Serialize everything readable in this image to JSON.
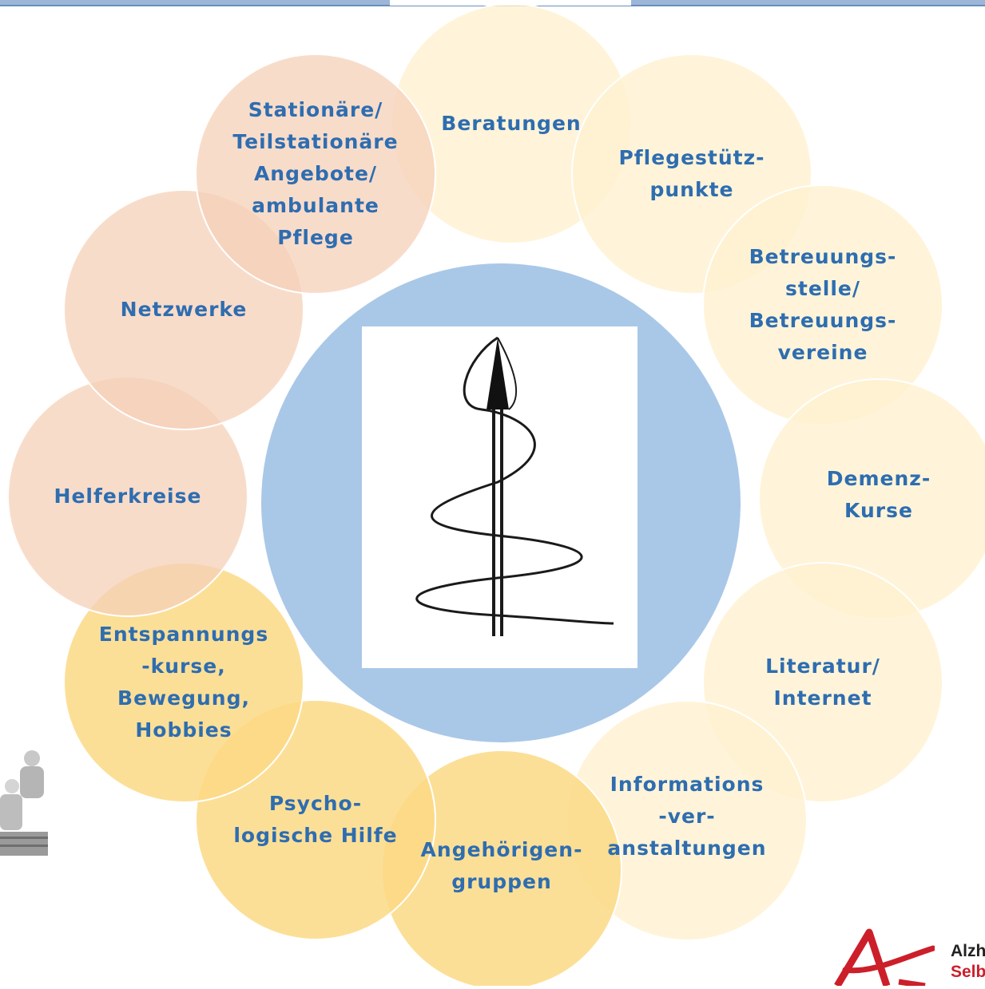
{
  "diagram": {
    "center_image": "spiral-arrow-icon",
    "bubbles": [
      {
        "id": "beratungen",
        "label": "Beratungen",
        "color": "#fff1cf"
      },
      {
        "id": "pflegestuetzpunkte",
        "label": "Pflegestütz-\npunkte",
        "color": "#fff1cf"
      },
      {
        "id": "betreuungsstelle",
        "label": "Betreuungs-\nstelle/\nBetreuungs-\nvereine",
        "color": "#fff1cf"
      },
      {
        "id": "demenz-kurse",
        "label": "Demenz-\nKurse",
        "color": "#fff1cf"
      },
      {
        "id": "literatur-internet",
        "label": "Literatur/\nInternet",
        "color": "#fff1cf"
      },
      {
        "id": "informationsveranstaltungen",
        "label": "Informations\n-ver-\nanstaltungen",
        "color": "#fff1cf"
      },
      {
        "id": "angehoerigengruppen",
        "label": "Angehörigen-\ngruppen",
        "color": "#fcd985"
      },
      {
        "id": "psychologische-hilfe",
        "label": "Psycho-\nlogische Hilfe",
        "color": "#fcd985"
      },
      {
        "id": "entspannungskurse",
        "label": "Entspannungs\n-kurse,\nBewegung,\nHobbies",
        "color": "#fcd985"
      },
      {
        "id": "helferkreise",
        "label": "Helferkreise",
        "color": "#f5d0b8"
      },
      {
        "id": "netzwerke",
        "label": "Netzwerke",
        "color": "#f5d0b8"
      },
      {
        "id": "stationaere-angebote",
        "label": "Stationäre/\nTeilstationäre\nAngebote/\nambulante\nPflege",
        "color": "#f5d0b8"
      }
    ],
    "center_color": "#a9c8e8"
  },
  "logo": {
    "line1": "Alzh",
    "line2": "Selb",
    "color1": "#222222",
    "color2": "#cc1f2a"
  }
}
